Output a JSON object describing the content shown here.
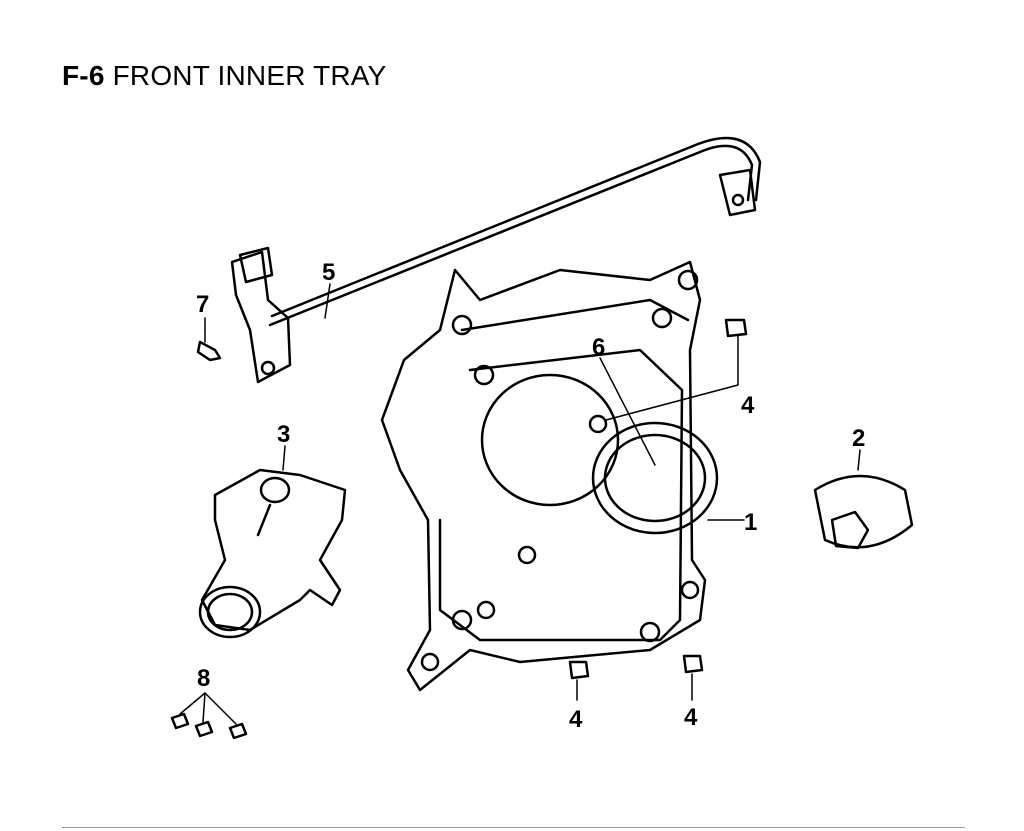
{
  "title": {
    "code": "F-6",
    "name": "FRONT INNER TRAY"
  },
  "callouts": {
    "c1": "1",
    "c2": "2",
    "c3": "3",
    "c4a": "4",
    "c4b": "4",
    "c4c": "4",
    "c5": "5",
    "c6": "6",
    "c7": "7",
    "c8": "8"
  }
}
